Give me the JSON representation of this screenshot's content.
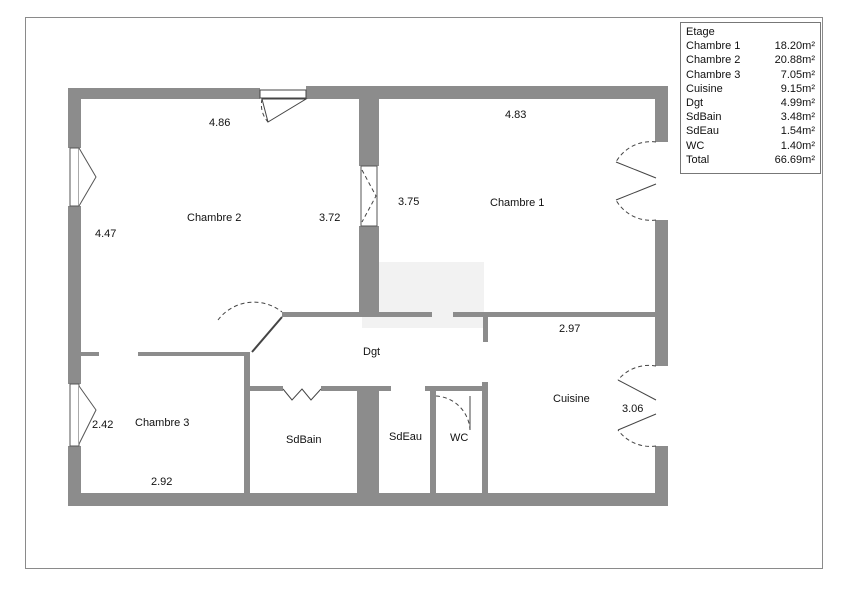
{
  "legend": {
    "title": "Etage",
    "rows": [
      {
        "name": "Chambre 1",
        "area": "18.20m²"
      },
      {
        "name": "Chambre 2",
        "area": "20.88m²"
      },
      {
        "name": "Chambre 3",
        "area": "7.05m²"
      },
      {
        "name": "Cuisine",
        "area": "9.15m²"
      },
      {
        "name": "Dgt",
        "area": "4.99m²"
      },
      {
        "name": "SdBain",
        "area": "3.48m²"
      },
      {
        "name": "SdEau",
        "area": "1.54m²"
      },
      {
        "name": "WC",
        "area": "1.40m²"
      },
      {
        "name": "Total",
        "area": "66.69m²"
      }
    ]
  },
  "rooms": {
    "chambre2": "Chambre 2",
    "chambre1": "Chambre 1",
    "chambre3": "Chambre 3",
    "dgt": "Dgt",
    "cuisine": "Cuisine",
    "sdbain": "SdBain",
    "sdeau": "SdEau",
    "wc": "WC"
  },
  "dimensions": {
    "ch2_width": "4.86",
    "ch2_height": "4.47",
    "ch2_right": "3.72",
    "ch1_width": "4.83",
    "ch1_height": "3.75",
    "ch3_height": "2.42",
    "ch3_width": "2.92",
    "cuisine_width": "2.97",
    "cuisine_height": "3.06"
  },
  "colors": {
    "wall": "#8c8c8c",
    "frame": "#8a8a8a"
  }
}
